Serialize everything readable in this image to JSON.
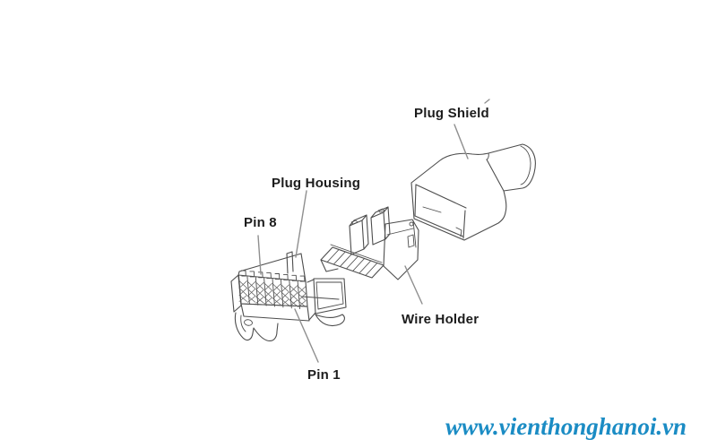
{
  "diagram": {
    "part_labels": {
      "plug_shield": "Plug Shield",
      "plug_housing": "Plug Housing",
      "pin_8": "Pin 8",
      "pin_1": "Pin 1",
      "wire_holder": "Wire Holder"
    }
  },
  "watermark": {
    "text": "www.vienthonghanoi.vn",
    "color": "#1b8cc4"
  },
  "colors": {
    "background": "#ffffff",
    "drawing_line": "#4d4d4d",
    "leader_line": "#8f8f8f",
    "label_text": "#1c1c1c"
  }
}
